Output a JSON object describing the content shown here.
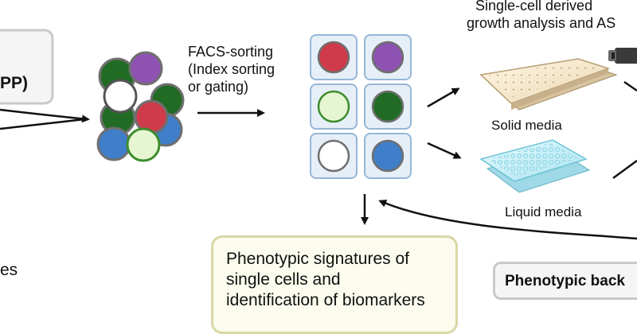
{
  "left_box": {
    "text": "PP)"
  },
  "left_bottom_text": "es",
  "facs": {
    "line1": "FACS-sorting",
    "line2": "(Index sorting",
    "line3": "or gating)"
  },
  "growth_header": {
    "line1": "Single-cell derived",
    "line2": "growth analysis and AS"
  },
  "solid_media_label": "Solid media",
  "liquid_media_label": "Liquid media",
  "phenotypic_signatures": {
    "line1": "Phenotypic signatures of",
    "line2": "single cells and",
    "line3": "identification of biomarkers"
  },
  "phenotypic_back": "Phenotypic back",
  "colors": {
    "red": "#cf3b4a",
    "purple": "#8e52b3",
    "green": "#226b25",
    "light_green": "#e7f6d2",
    "blue": "#3f7ec9",
    "white": "#ffffff",
    "well_border": "#96b7d6",
    "well_fill": "#e6eff8",
    "sig_box_fill": "#fbfbee",
    "sig_box_border": "#d9d7a6",
    "grey_box_border": "#c9c9c9"
  }
}
